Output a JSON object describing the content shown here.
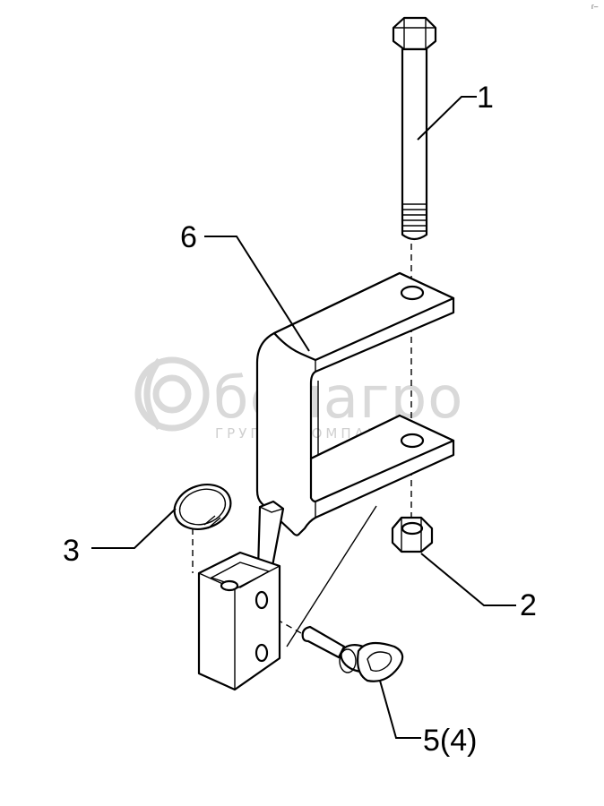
{
  "watermark": {
    "brand": "белагро",
    "tagline": "ГРУППА КОМПАНИЙ"
  },
  "corner_mark": "г–",
  "callouts": [
    {
      "id": "1",
      "label": "1",
      "part": "bolt"
    },
    {
      "id": "2",
      "label": "2",
      "part": "nut"
    },
    {
      "id": "3",
      "label": "3",
      "part": "ring"
    },
    {
      "id": "4",
      "label": "5(4)",
      "part": "pin"
    },
    {
      "id": "5",
      "label": "6",
      "part": "bracket"
    }
  ],
  "colors": {
    "line": "#000000",
    "watermark": "#d9d9d9",
    "background": "#ffffff"
  }
}
